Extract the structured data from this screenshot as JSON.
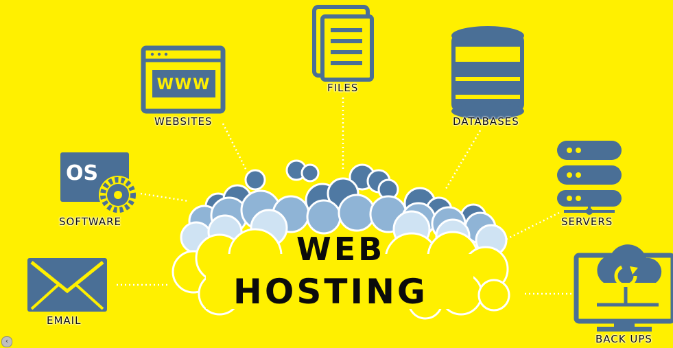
{
  "title": {
    "line1": "WEB",
    "line2": "HOSTING"
  },
  "nodes": {
    "files": "FILES",
    "websites": "WEBSITES",
    "databases": "DATABASES",
    "software": "SOFTWARE",
    "servers": "SERVERS",
    "email": "EMAIL",
    "backups": "BACK UPS"
  },
  "icon_text": {
    "www": "WWW",
    "os": "OS"
  },
  "icons": [
    "files-icon",
    "websites-icon",
    "databases-icon",
    "software-icon",
    "servers-icon",
    "email-icon",
    "backups-icon"
  ],
  "colors": {
    "background": "#fff000",
    "icon": "#4a6f96",
    "cloud_dark": "#4f79a3",
    "cloud_mid": "#8fb4d6",
    "cloud_light": "#cfe3f3",
    "cloud_front": "#fff000",
    "connector": "#ffffff"
  }
}
